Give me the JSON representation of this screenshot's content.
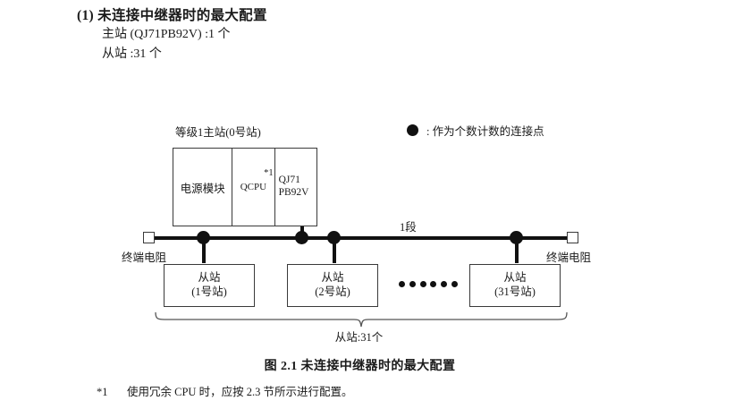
{
  "header": {
    "section_number": "(1)",
    "section_title": "未连接中继器时的最大配置",
    "spec_master": "主站 (QJ71PB92V) :1 个",
    "spec_slave": "从站 :31 个"
  },
  "legend": {
    "symbol": "filled-circle",
    "text": ": 作为个数计数的连接点"
  },
  "diagram": {
    "master": {
      "caption": "等级1主站(0号站)",
      "cells": [
        {
          "label": "电源模块",
          "name": "power-module"
        },
        {
          "label": "QCPU",
          "name": "qcpu-module",
          "footnote_marker": "*1"
        },
        {
          "label": "QJ71\nPB92V",
          "label_line1": "QJ71",
          "label_line2": "PB92V",
          "name": "qj71pb92v-module"
        }
      ]
    },
    "segment_label": "1段",
    "terminator_left_label": "终端电阻",
    "terminator_right_label": "终端电阻",
    "slaves": [
      {
        "name": "从站",
        "number": "(1号站)"
      },
      {
        "name": "从站",
        "number": "(2号站)"
      },
      {
        "name": "从站",
        "number": "(31号站)"
      }
    ],
    "ellipsis_count": 6,
    "brace_label": "从站:31个"
  },
  "caption": "图 2.1  未连接中继器时的最大配置",
  "footnote": {
    "marker": "*1",
    "text": "使用冗余 CPU 时，应按 2.3 节所示进行配置。"
  }
}
